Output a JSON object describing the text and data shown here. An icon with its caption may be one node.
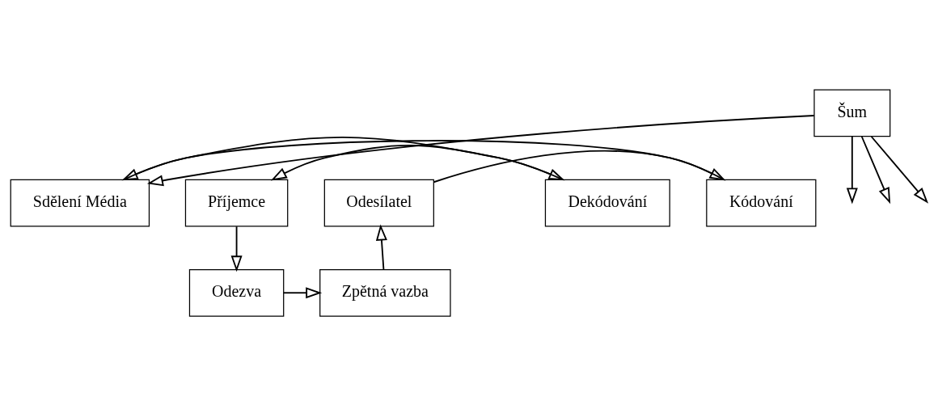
{
  "diagram": {
    "nodes": [
      {
        "text": [
          "Odesílatel"
        ]
      },
      {
        "text": [
          "Kódování"
        ]
      },
      {
        "text": [
          "Sdělení Média"
        ]
      },
      {
        "text": [
          "Dekódování"
        ]
      },
      {
        "text": [
          "Příjemce"
        ]
      },
      {
        "text": [
          "Šum"
        ]
      },
      {
        "text": [
          "Zpětná vazba"
        ]
      },
      {
        "text": [
          "Odezva"
        ]
      }
    ],
    "edges": [
      {
        "from": 0,
        "to": 1,
        "arrow": "to"
      },
      {
        "from": 1,
        "to": 2,
        "arrow": "to"
      },
      {
        "from": 2,
        "to": 3,
        "arrow": "to"
      },
      {
        "from": 3,
        "to": 4,
        "arrow": "to"
      },
      {
        "from": 5,
        "to": 2,
        "arrow": "to"
      },
      {
        "from": 5,
        "to": null,
        "arrow": "to"
      },
      {
        "from": 5,
        "to": null,
        "arrow": "to"
      },
      {
        "from": 5,
        "to": null,
        "arrow": "to"
      },
      {
        "from": 4,
        "to": 7,
        "arrow": "to"
      },
      {
        "from": 7,
        "to": 6,
        "arrow": "to"
      },
      {
        "from": 6,
        "to": 0,
        "arrow": "to"
      }
    ]
  }
}
